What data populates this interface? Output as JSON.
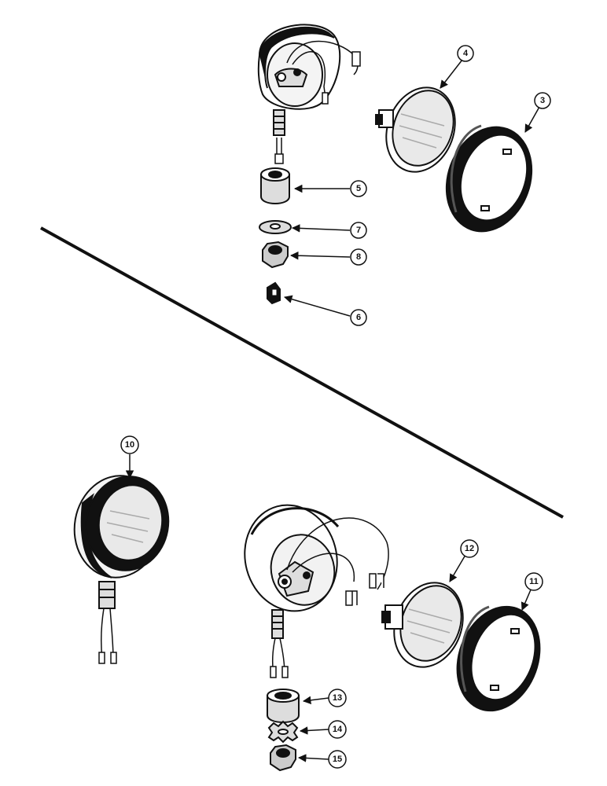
{
  "callouts": {
    "c3": "3",
    "c4": "4",
    "c5": "5",
    "c6": "6",
    "c7": "7",
    "c8": "8",
    "c10": "10",
    "c11": "11",
    "c12": "12",
    "c13": "13",
    "c14": "14",
    "c15": "15"
  },
  "colors": {
    "ink": "#111111",
    "paper": "#ffffff",
    "shade": "#d8d8d8"
  }
}
